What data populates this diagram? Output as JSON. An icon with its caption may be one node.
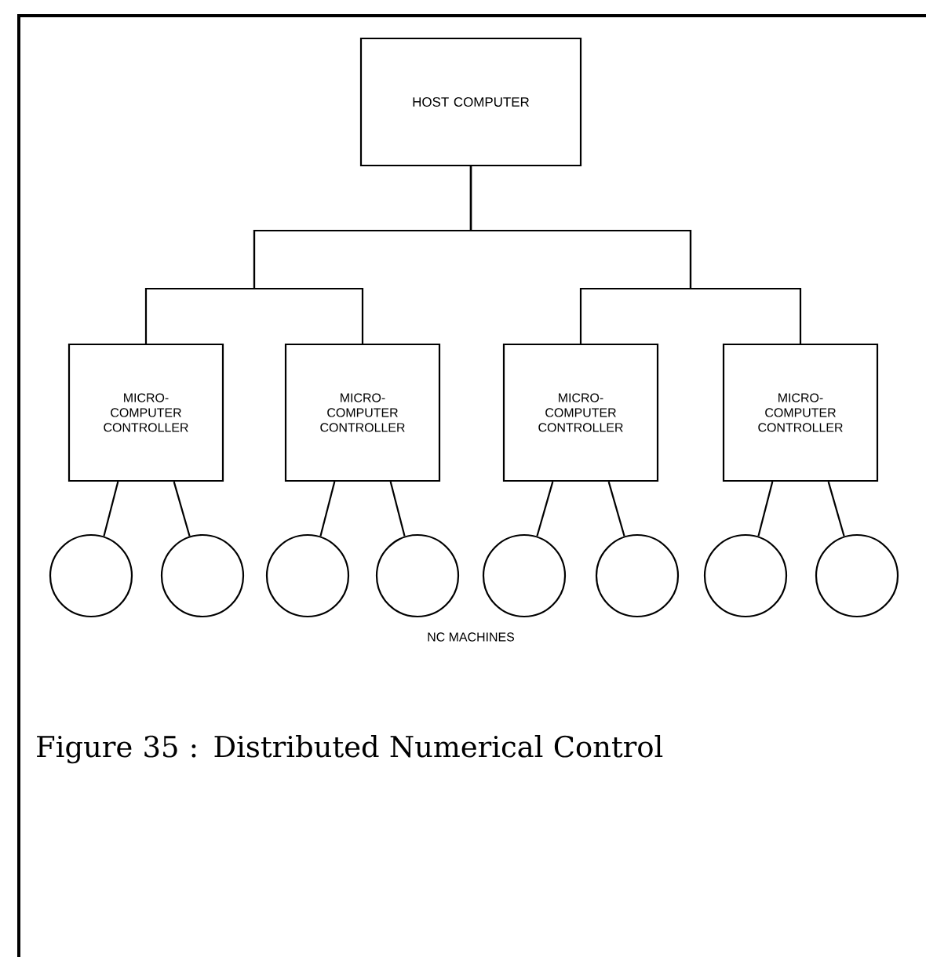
{
  "diagram": {
    "caption": "Figure 35 : Distributed Numerical Control",
    "nodes": [
      {
        "text": [
          "HOST COMPUTER"
        ]
      },
      {
        "text": [
          "MICRO- COMPUTER CONTROLLER"
        ]
      },
      {
        "text": [
          "MICRO- COMPUTER CONTROLLER"
        ]
      },
      {
        "text": [
          "MICRO- COMPUTER CONTROLLER"
        ]
      },
      {
        "text": [
          "MICRO- COMPUTER CONTROLLER"
        ]
      },
      {
        "text": [],
        "shape": "circle"
      },
      {
        "text": [],
        "shape": "circle"
      },
      {
        "text": [],
        "shape": "circle"
      },
      {
        "text": [],
        "shape": "circle"
      },
      {
        "text": [],
        "shape": "circle"
      },
      {
        "text": [],
        "shape": "circle"
      },
      {
        "text": [],
        "shape": "circle"
      },
      {
        "text": [],
        "shape": "circle"
      }
    ],
    "edges": [
      {
        "from": 0,
        "to": 1,
        "arrow": "none"
      },
      {
        "from": 0,
        "to": 2,
        "arrow": "none"
      },
      {
        "from": 0,
        "to": 3,
        "arrow": "none"
      },
      {
        "from": 0,
        "to": 4,
        "arrow": "none"
      },
      {
        "from": 1,
        "to": 5,
        "arrow": "none"
      },
      {
        "from": 1,
        "to": 6,
        "arrow": "none"
      },
      {
        "from": 2,
        "to": 7,
        "arrow": "none"
      },
      {
        "from": 2,
        "to": 8,
        "arrow": "none"
      },
      {
        "from": 3,
        "to": 9,
        "arrow": "none"
      },
      {
        "from": 3,
        "to": 10,
        "arrow": "none"
      },
      {
        "from": 4,
        "to": 11,
        "arrow": "none"
      },
      {
        "from": 4,
        "to": 12,
        "arrow": "none"
      }
    ],
    "labels": [
      "NC MACHINES"
    ]
  }
}
